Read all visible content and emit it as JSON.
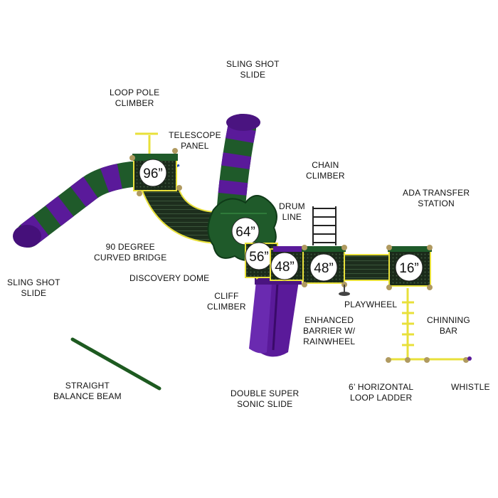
{
  "colors": {
    "green": "#1f5a2a",
    "purple": "#5a1a9a",
    "yellow": "#e8e03a",
    "deck": "#1a2a1a",
    "beam": "#1d5a20"
  },
  "labels": {
    "sling_shot_slide_top": [
      "SLING SHOT",
      "SLIDE"
    ],
    "loop_pole_climber": [
      "LOOP POLE",
      "CLIMBER"
    ],
    "telescope_panel": [
      "TELESCOPE",
      "PANEL"
    ],
    "chain_climber": [
      "CHAIN",
      "CLIMBER"
    ],
    "drum_line": [
      "DRUM",
      "LINE"
    ],
    "ada_transfer_station": [
      "ADA TRANSFER",
      "STATION"
    ],
    "curved_bridge": [
      "90 DEGREE",
      "CURVED BRIDGE"
    ],
    "sling_shot_slide_left": [
      "SLING SHOT",
      "SLIDE"
    ],
    "discovery_dome": [
      "DISCOVERY DOME"
    ],
    "cliff_climber": [
      "CLIFF",
      "CLIMBER"
    ],
    "playwheel": [
      "PLAYWHEEL"
    ],
    "chinning_bar": [
      "CHINNING",
      "BAR"
    ],
    "enhanced_barrier": [
      "ENHANCED",
      "BARRIER W/",
      "RAINWHEEL"
    ],
    "straight_balance_beam": [
      "STRAIGHT",
      "BALANCE BEAM"
    ],
    "double_super_sonic_slide": [
      "DOUBLE SUPER",
      "SONIC SLIDE"
    ],
    "horizontal_loop_ladder": [
      "6’ HORIZONTAL",
      "LOOP LADDER"
    ],
    "whistle": [
      "WHISTLE"
    ]
  },
  "deck_heights": {
    "d96": "96”",
    "d64": "64”",
    "d56": "56”",
    "d48a": "48”",
    "d48b": "48”",
    "d16": "16”"
  }
}
